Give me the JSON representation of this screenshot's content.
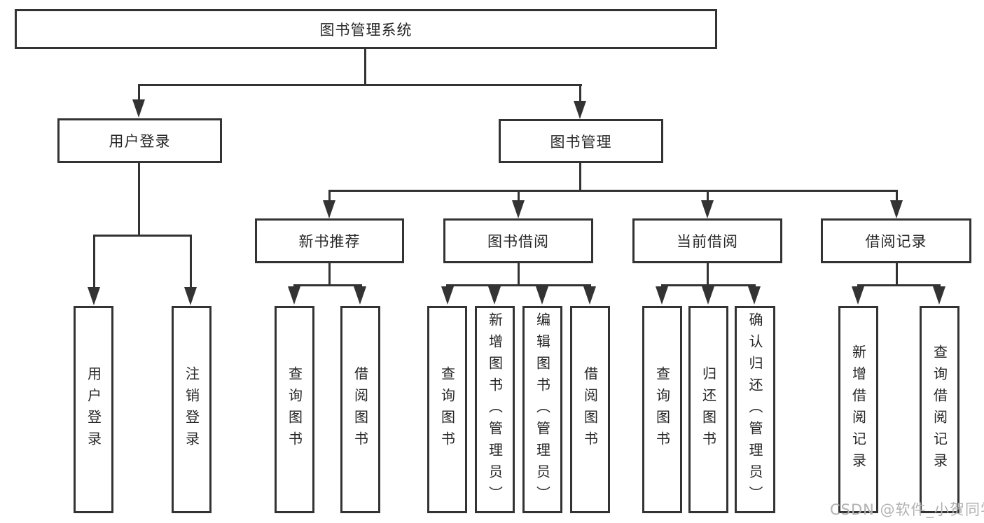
{
  "colors": {
    "background": "#ffffff",
    "line": "#333333",
    "text": "#262626",
    "watermark": "#b3b1b1"
  },
  "watermark": "CSDN @软件_小贺同学",
  "tree": {
    "root": "图书管理系统",
    "level2": [
      {
        "label": "用户登录",
        "children": [
          {
            "label": "用户登录"
          },
          {
            "label": "注销登录"
          }
        ]
      },
      {
        "label": "图书管理",
        "children": [
          {
            "label": "新书推荐",
            "children": [
              {
                "label": "查询图书"
              },
              {
                "label": "借阅图书"
              }
            ]
          },
          {
            "label": "图书借阅",
            "children": [
              {
                "label": "查询图书"
              },
              {
                "label": "新增图书（管理员）"
              },
              {
                "label": "编辑图书（管理员）"
              },
              {
                "label": "借阅图书"
              }
            ]
          },
          {
            "label": "当前借阅",
            "children": [
              {
                "label": "查询图书"
              },
              {
                "label": "归还图书"
              },
              {
                "label": "确认归还（管理员）"
              }
            ]
          },
          {
            "label": "借阅记录",
            "children": [
              {
                "label": "新增借阅记录"
              },
              {
                "label": "查询借阅记录"
              }
            ]
          }
        ]
      }
    ]
  }
}
